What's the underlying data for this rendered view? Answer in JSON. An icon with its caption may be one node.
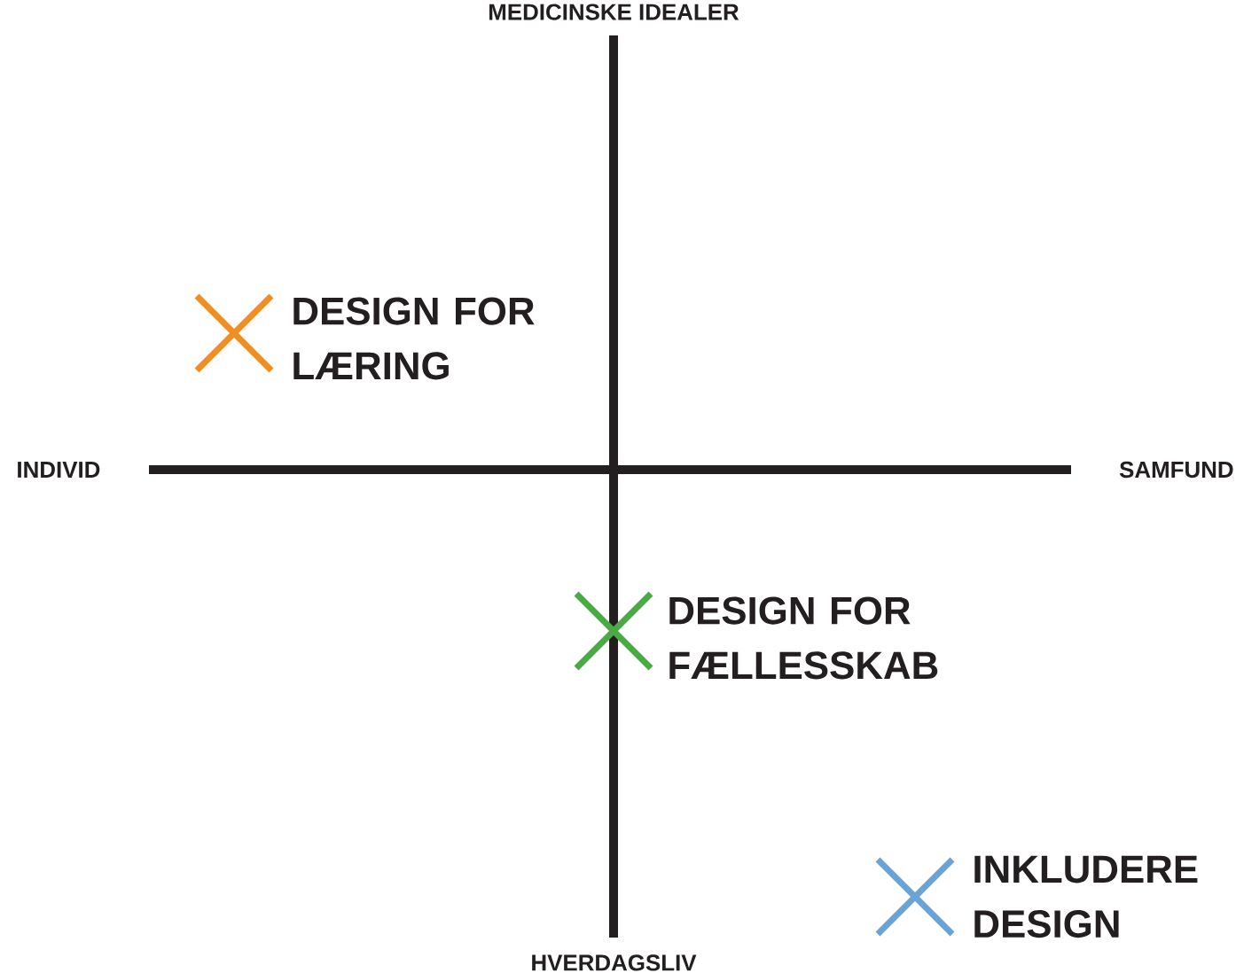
{
  "diagram": {
    "labels": [
      "MEDICINSKE IDEALER",
      "INDIVID",
      "SAMFUND",
      "DESIGN FOR LÆRING",
      "DESIGN FOR FÆLLESSKAB",
      "INKLUDERE DESIGN",
      "HVERDAGSLIV"
    ]
  }
}
